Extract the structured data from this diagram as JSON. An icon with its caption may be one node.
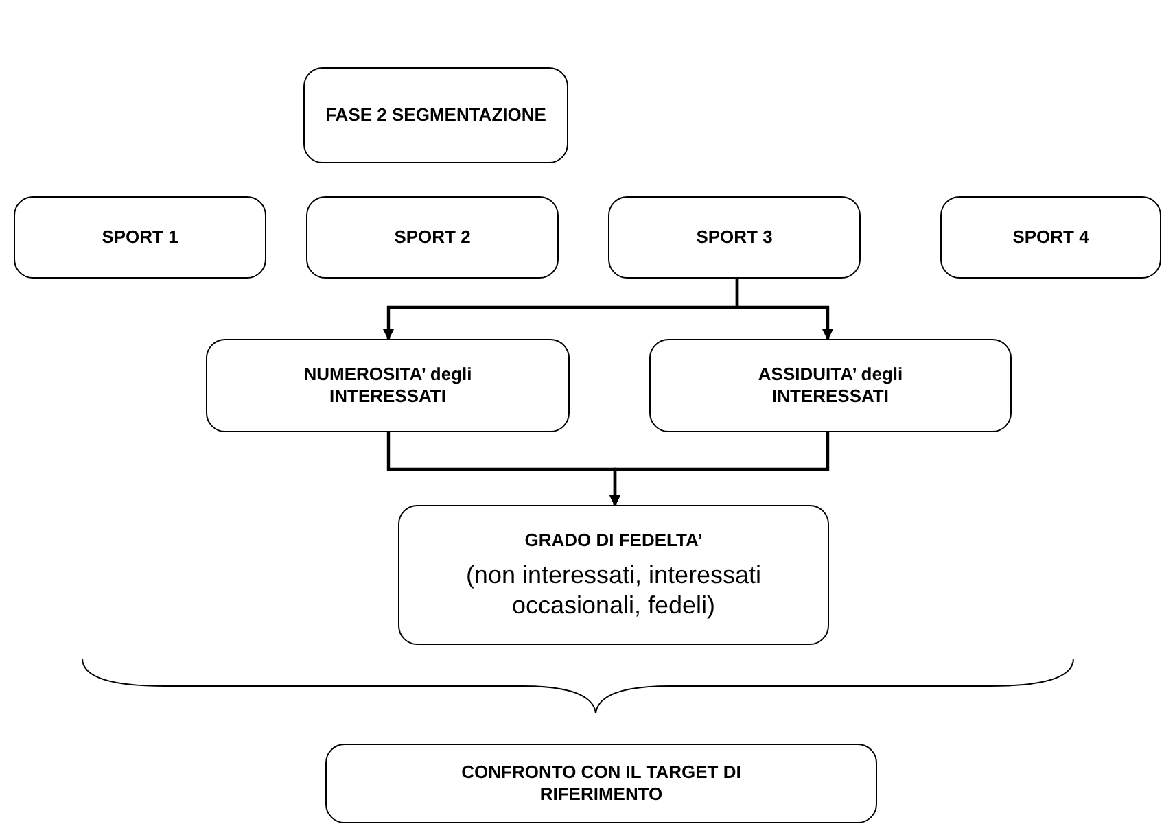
{
  "diagram": {
    "nodes": [
      {
        "text": [
          "FASE 2 SEGMENTAZIONE"
        ]
      },
      {
        "text": [
          "SPORT 1"
        ]
      },
      {
        "text": [
          "SPORT 2"
        ]
      },
      {
        "text": [
          "SPORT 3"
        ]
      },
      {
        "text": [
          "SPORT 4"
        ]
      },
      {
        "text": [
          "NUMEROSITA’ degli INTERESSATI"
        ]
      },
      {
        "text": [
          "ASSIDUITA’ degli INTERESSATI"
        ]
      },
      {
        "text": [
          "GRADO DI FEDELTA’",
          "(non interessati, interessati occasionali, fedeli)"
        ]
      },
      {
        "text": [
          "CONFRONTO CON IL TARGET DI RIFERIMENTO"
        ]
      }
    ],
    "edges": [
      {
        "from": 3,
        "to": 5,
        "arrow": "to"
      },
      {
        "from": 3,
        "to": 6,
        "arrow": "to"
      },
      {
        "from": 5,
        "to": 7,
        "arrow": "to"
      },
      {
        "from": 6,
        "to": 7,
        "arrow": "to"
      }
    ]
  }
}
